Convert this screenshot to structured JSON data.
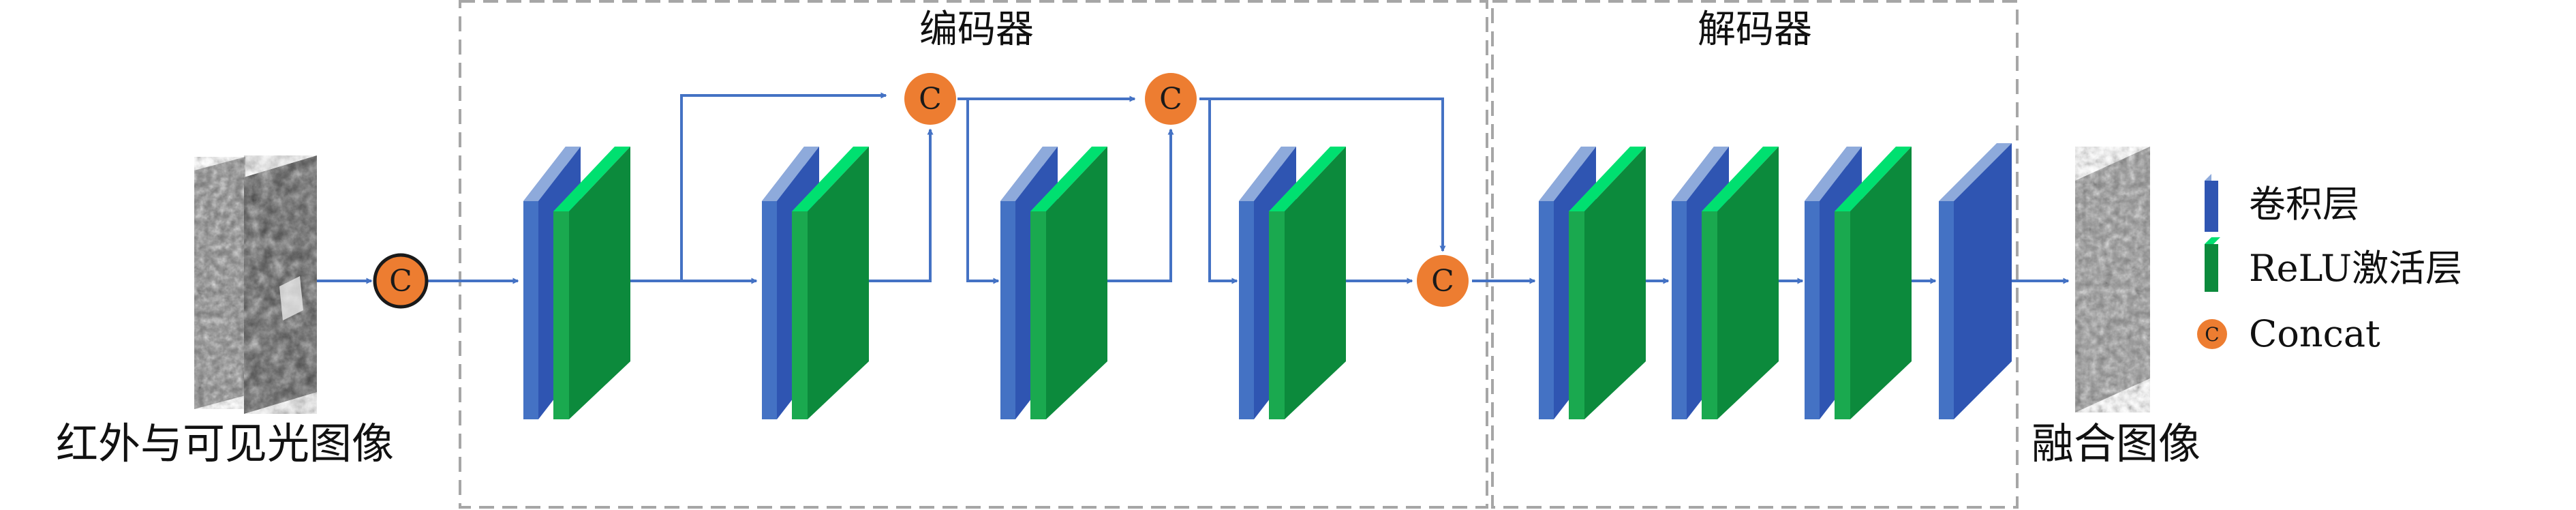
{
  "regions": {
    "encoder_title": "编码器",
    "decoder_title": "解码器"
  },
  "labels": {
    "input": "红外与可见光图像",
    "output": "融合图像"
  },
  "concat_symbol": "C",
  "legend": {
    "conv": "卷积层",
    "relu": "ReLU激活层",
    "concat": "Concat"
  },
  "colors": {
    "conv_blue": "#3f66c3",
    "relu_green": "#0c8a3c",
    "concat_orange": "#ed7d31",
    "arrow": "#4472c4",
    "dashed_border": "#a6a6a6"
  },
  "icons": [
    "concat-node-icon",
    "grayscale-image-icon",
    "layer-block-icon"
  ]
}
